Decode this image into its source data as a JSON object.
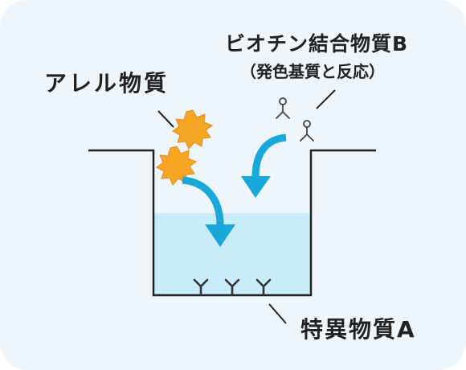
{
  "labels": {
    "allergen": "アレル物質",
    "biotin": "ビオチン結合物質B",
    "biotin_sub": "（発色基質と反応）",
    "specific": "特異物質A"
  },
  "colors": {
    "background": "#eef6fc",
    "liquid": "#c8ecfa",
    "arrow": "#19a8d9",
    "allergen_star": "#f5a623",
    "allergen_star_outline": "#e8891a",
    "line": "#222222",
    "antibody": "#333333"
  },
  "icons": {
    "allergen": "orange-star-burst-icon",
    "biotin_binder": "y-shaped-molecule-icon",
    "antibody": "y-antibody-icon",
    "arrow": "curved-arrow-icon"
  }
}
